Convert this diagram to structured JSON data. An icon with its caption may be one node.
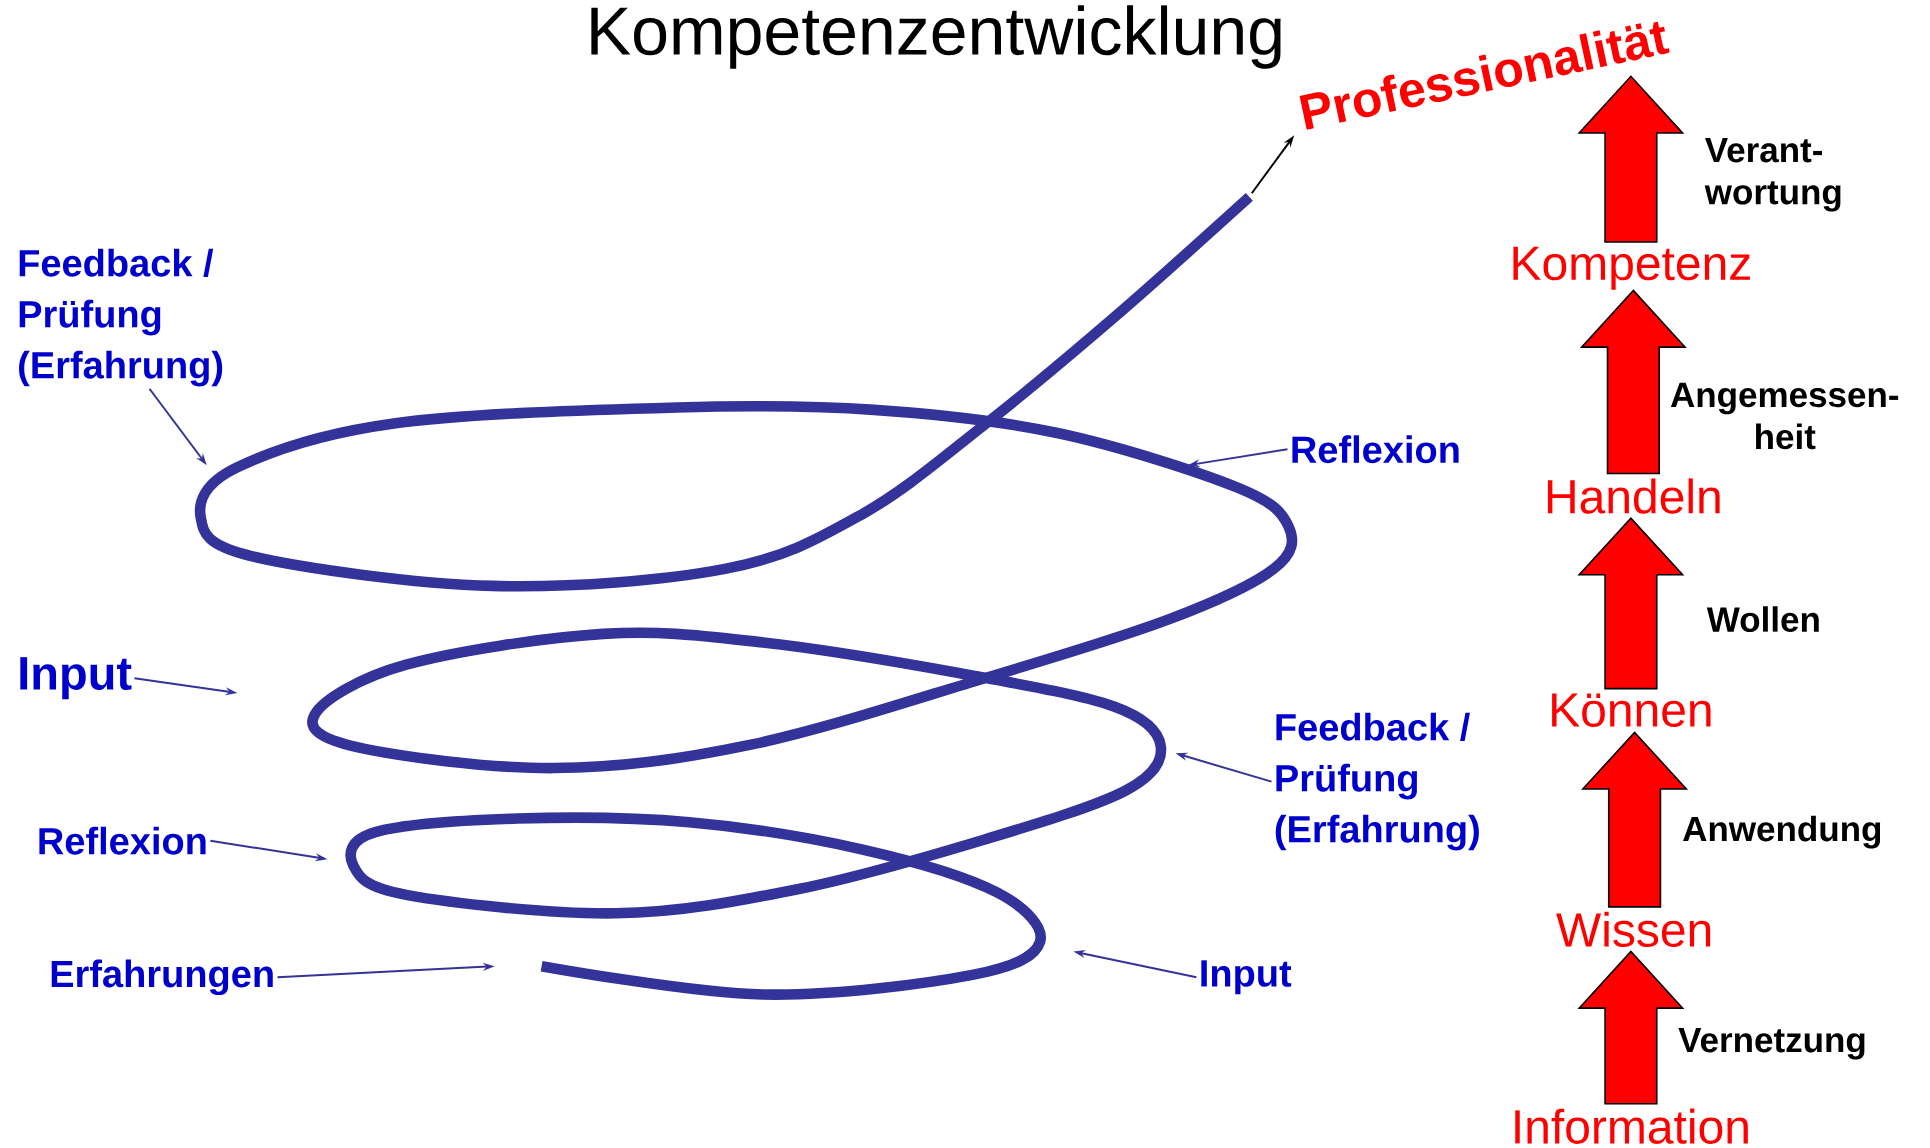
{
  "diagram": {
    "title": "Kompetenzentwicklung",
    "nodes": [
      {
        "text": [
          "Professionalität"
        ]
      },
      {
        "text": [
          "Feedback / Prüfung (Erfahrung)"
        ]
      },
      {
        "text": [
          "Kompetenz"
        ]
      },
      {
        "text": [
          "Reflexion"
        ]
      },
      {
        "text": [
          "Handeln"
        ]
      },
      {
        "text": [
          "Input"
        ]
      },
      {
        "text": [
          "Können"
        ]
      },
      {
        "text": [
          "Feedback / Prüfung (Erfahrung)"
        ]
      },
      {
        "text": [
          "Reflexion"
        ]
      },
      {
        "text": [
          "Wissen"
        ]
      },
      {
        "text": [
          "Erfahrungen"
        ]
      },
      {
        "text": [
          "Input"
        ]
      },
      {
        "text": [
          "Information"
        ]
      }
    ],
    "edges": [
      {
        "from": 1,
        "to": null,
        "arrow": "to"
      },
      {
        "from": 3,
        "to": null,
        "arrow": "to"
      },
      {
        "from": 5,
        "to": null,
        "arrow": "to"
      },
      {
        "from": 7,
        "to": null,
        "arrow": "to"
      },
      {
        "from": 8,
        "to": null,
        "arrow": "to"
      },
      {
        "from": 10,
        "to": null,
        "arrow": "to"
      },
      {
        "from": 11,
        "to": null,
        "arrow": "to"
      },
      {
        "from": null,
        "to": 0,
        "arrow": "to",
        "color": "#000000"
      },
      {
        "from": 12,
        "to": 9,
        "arrow": "to",
        "label": "Vernetzung",
        "style": "thick",
        "color": "#ff0000"
      },
      {
        "from": 9,
        "to": 6,
        "arrow": "to",
        "label": "Anwendung",
        "style": "thick",
        "color": "#ff0000"
      },
      {
        "from": 6,
        "to": 4,
        "arrow": "to",
        "label": "Wollen",
        "style": "thick",
        "color": "#ff0000"
      },
      {
        "from": 4,
        "to": 2,
        "arrow": "to",
        "label": "Angemessen-heit",
        "style": "thick",
        "color": "#ff0000"
      },
      {
        "from": 2,
        "to": 0,
        "arrow": "to",
        "label": "Verant-wortung",
        "style": "thick",
        "color": "#ff0000"
      }
    ]
  }
}
